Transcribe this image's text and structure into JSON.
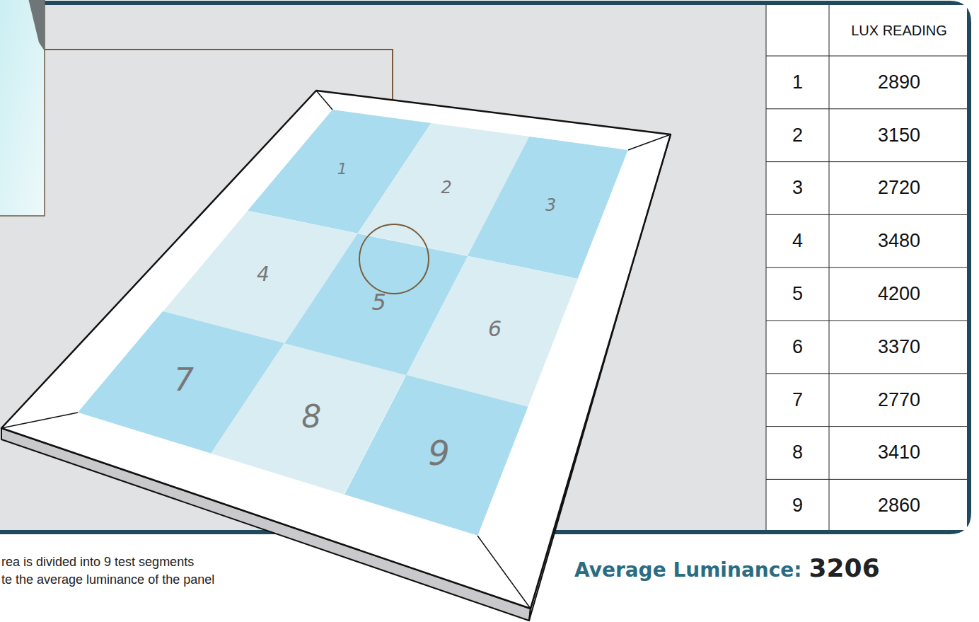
{
  "diagram": {
    "nodes": [
      {
        "text": [
          "1"
        ]
      },
      {
        "text": [
          "2"
        ]
      },
      {
        "text": [
          "3"
        ]
      },
      {
        "text": [
          "4"
        ]
      },
      {
        "text": [
          "5"
        ]
      },
      {
        "text": [
          "6"
        ]
      },
      {
        "text": [
          "7"
        ]
      },
      {
        "text": [
          "8"
        ]
      },
      {
        "text": [
          "9"
        ]
      }
    ],
    "labels": [
      "LUX READING",
      "1",
      "2890",
      "2",
      "3150",
      "3",
      "2720",
      "4",
      "3480",
      "5",
      "4200",
      "6",
      "3370",
      "7",
      "2770",
      "8",
      "3410",
      "9",
      "2860",
      "rea is divided into 9 test segments",
      "te the average luminance of the panel",
      "Average Luminance:",
      "3206"
    ]
  }
}
